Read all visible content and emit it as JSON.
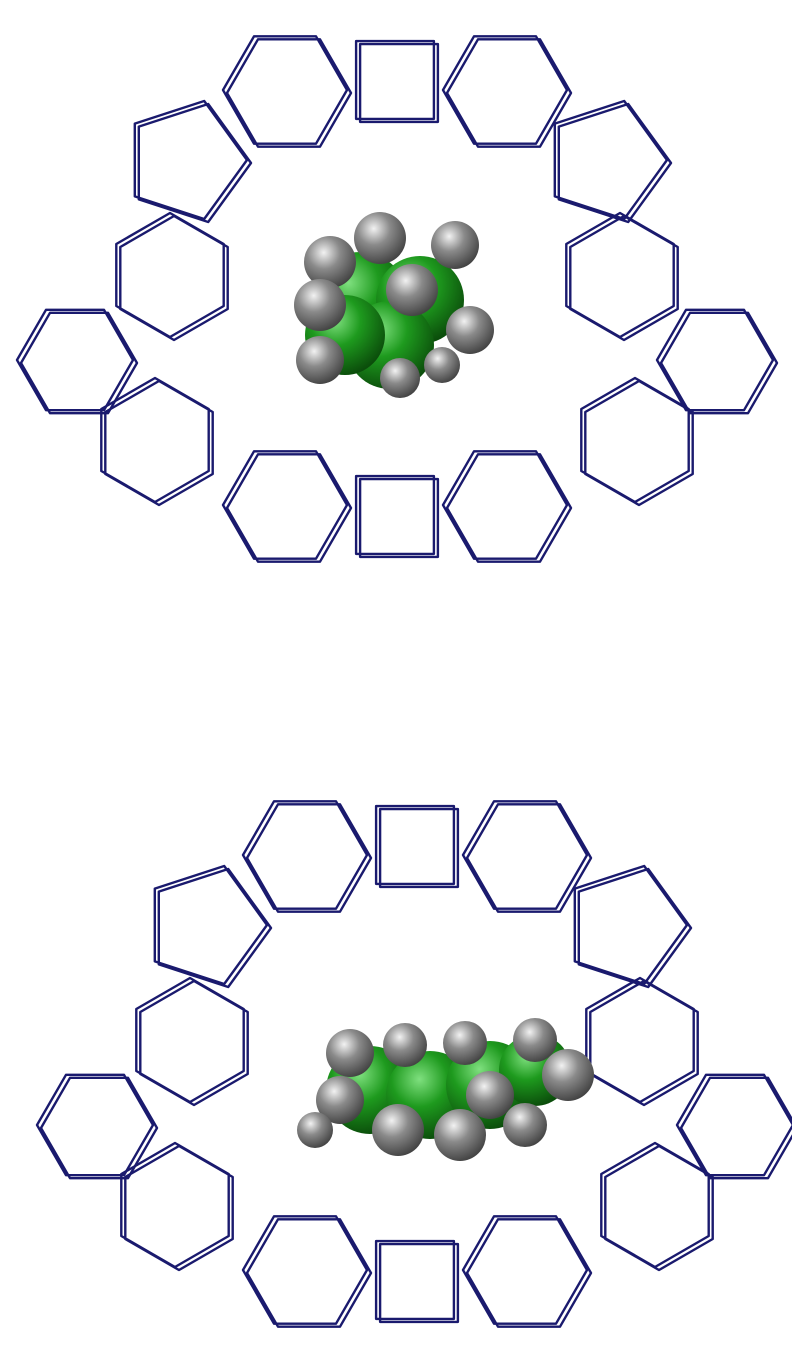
{
  "figure": {
    "panels": [
      {
        "id": "top",
        "framework": "zeolite-channel-framework",
        "guest": "guest-molecule-compact"
      },
      {
        "id": "bottom",
        "framework": "zeolite-channel-framework",
        "guest": "guest-molecule-elongated"
      }
    ]
  },
  "colors": {
    "background": "#ffffff",
    "framework_stroke": "#1a1a6e",
    "carbon": "#1e9a1e",
    "carbon_highlight": "#7fe07f",
    "carbon_shadow": "#0b4d0b",
    "hydrogen": "#8a8a8a",
    "hydrogen_highlight": "#f2f2f2",
    "hydrogen_shadow": "#444444"
  }
}
